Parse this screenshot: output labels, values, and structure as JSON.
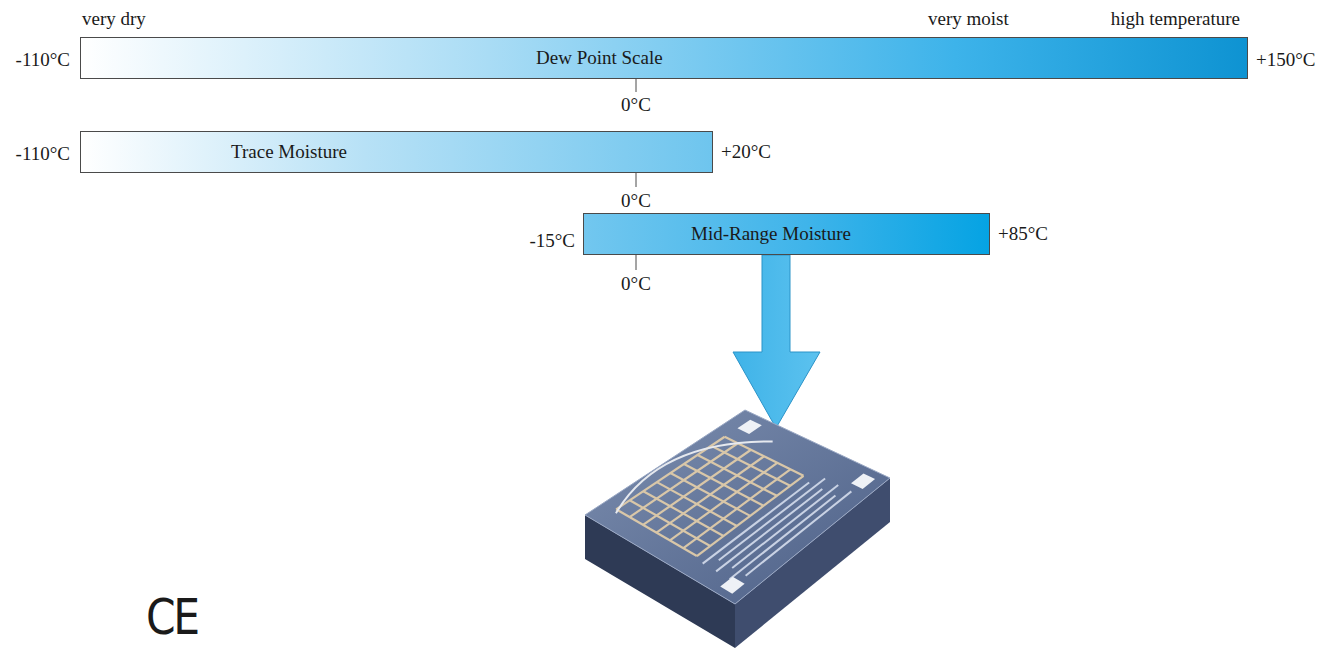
{
  "diagram": {
    "nodes": [
      {
        "text": [
          "Dew Point Scale"
        ]
      },
      {
        "text": [
          "Trace Moisture"
        ]
      },
      {
        "text": [
          "Mid-Range Moisture"
        ]
      }
    ],
    "labels": [
      "very dry",
      "very moist",
      "high temperature",
      "-110°C",
      "+150°C",
      "0°C",
      "-110°C",
      "+20°C",
      "0°C",
      "-15°C",
      "+85°C",
      "0°C",
      "CE"
    ]
  }
}
